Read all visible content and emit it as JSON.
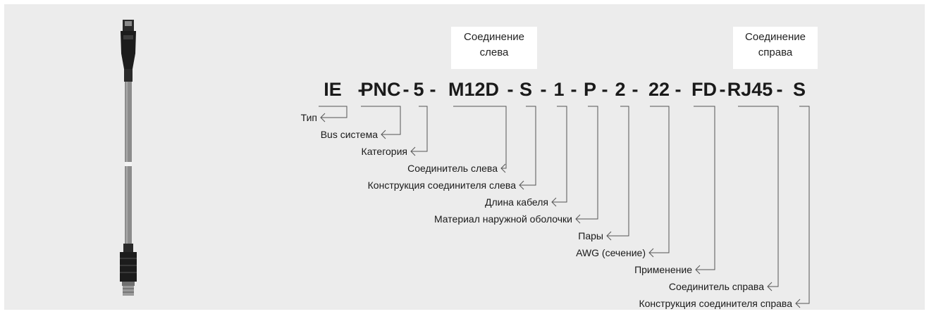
{
  "connection_left": {
    "line1": "Соединение",
    "line2": "слева"
  },
  "connection_right": {
    "line1": "Соединение",
    "line2": "справа"
  },
  "code_segments": [
    "IE",
    "PNC",
    "5",
    "M12D",
    "S",
    "1",
    "P",
    "2",
    "22",
    "FD",
    "RJ45",
    "S"
  ],
  "separator": "-",
  "labels": [
    "Тип",
    "Bus система",
    "Категория",
    "Соединитель слева",
    "Конструкция соединителя слева",
    "Длина кабеля",
    "Материал наружной оболочки",
    "Пары",
    "AWG (сечение)",
    "Применение",
    "Соединитель справа",
    "Конструкция соединителя справа"
  ],
  "colors": {
    "background": "#ececec",
    "line": "#555555",
    "text": "#1a1a1a"
  },
  "icon": "ethernet-cable-photo"
}
